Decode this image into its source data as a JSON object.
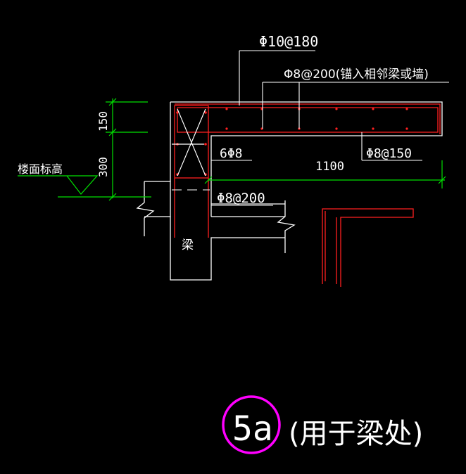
{
  "labels": {
    "top_bar": "Φ10@180",
    "anchor_bar": "Φ8@200(锚入相邻梁或墙)",
    "dim_150": "150",
    "dim_300": "300",
    "floor_level": "楼面标高",
    "six_bars": "6Φ8",
    "span_1100": "1100",
    "bottom_bar": "Φ8@150",
    "stirrup": "Φ8@200",
    "beam": "梁",
    "detail_id": "5a",
    "detail_note": "(用于梁处)"
  },
  "colors": {
    "background": "#000000",
    "outline": "#ffffff",
    "rebar": "#ff2020",
    "dimension": "#00e000",
    "callout": "#ff00ff"
  }
}
